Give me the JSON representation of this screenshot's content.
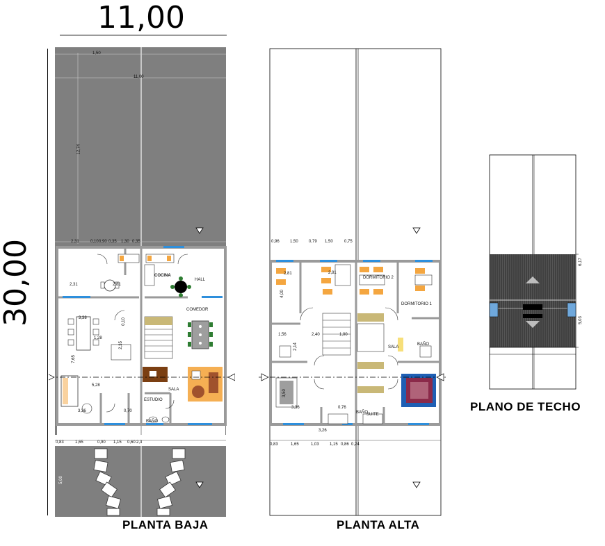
{
  "dimensions": {
    "width_total": "11,00",
    "length_total": "30,00"
  },
  "titles": {
    "ground": "PLANTA BAJA",
    "upper": "PLANTA ALTA",
    "roof": "PLANO DE TECHO"
  },
  "ground_floor": {
    "rooms": {
      "kitchen": "COCINA",
      "hall": "HALL",
      "dining": "COMEDOR",
      "living": "SALA",
      "study": "ESTUDIO",
      "bath": "BAÑO"
    },
    "dims": {
      "top_a": "1,50",
      "top_b": "11,00",
      "side": "12,74",
      "row1": [
        "2,31",
        "0,10",
        "0,90",
        "0,35",
        "1,30",
        "0,35"
      ],
      "d_231": "2,31",
      "d_281": "2,81",
      "d_338": "3,38",
      "d_528": "5,28",
      "d_765": "7,65",
      "d_336": "3,36",
      "d_235": "2,35",
      "d_010": "0,10",
      "bottom": [
        "0,83",
        "1,65",
        "0,90",
        "1,15",
        "0,60",
        "2,3"
      ],
      "d_500": "5,00",
      "d_070": "0,70",
      "d_128": "1,28"
    }
  },
  "upper_floor": {
    "rooms": {
      "bed2": "DORMITORIO 2",
      "bed1": "DORMITORIO 1",
      "living": "SALA",
      "bath": "BAÑO",
      "bath2": "BAÑO",
      "suite": "SUITE"
    },
    "dims": {
      "top": [
        "0,96",
        "1,50",
        "0,79",
        "1,50",
        "0,75"
      ],
      "d_281a": "2,81",
      "d_281b": "2,81",
      "d_400": "4,00",
      "d_240": "2,40",
      "d_156": "1,56",
      "d_100": "1,00",
      "d_214": "2,14",
      "d_350": "3,50",
      "d_336": "3,36",
      "d_326": "3,26",
      "d_076": "0,76",
      "bottom": [
        "0,83",
        "1,65",
        "1,03",
        "1,15",
        "0,86",
        "0,24"
      ]
    }
  },
  "roof": {
    "dims": {
      "d_top": "6,17",
      "d_bottom": "5,03"
    }
  },
  "colors": {
    "site_fill": "#7f7f7f",
    "wall": "#9a9a9a",
    "window_blue": "#2e8fdc",
    "furniture_orange": "#f4a640",
    "furniture_brown": "#a0522d",
    "bed_blue": "#1f5fb4",
    "stair_khaki": "#c9b877",
    "plant_green": "#2e7d32"
  }
}
